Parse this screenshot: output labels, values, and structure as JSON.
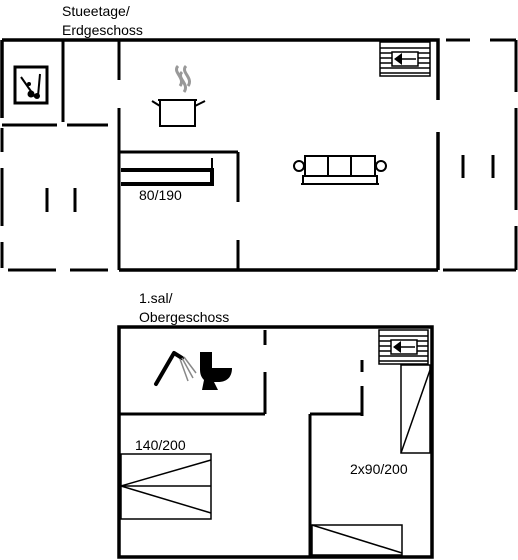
{
  "ground_floor": {
    "title_line1": "Stueetage/",
    "title_line2": "Erdgeschoss",
    "bed_label": "80/190",
    "icons": [
      "washing-machine-icon",
      "kitchen-pot-icon",
      "sofa-icon",
      "stairs-icon"
    ]
  },
  "upper_floor": {
    "title_line1": "1.sal/",
    "title_line2": "Obergeschoss",
    "double_bed_label": "140/200",
    "twin_bed_label": "2x90/200",
    "icons": [
      "shower-icon",
      "toilet-icon",
      "stairs-icon"
    ]
  },
  "colors": {
    "line": "#000000",
    "background": "#ffffff"
  }
}
